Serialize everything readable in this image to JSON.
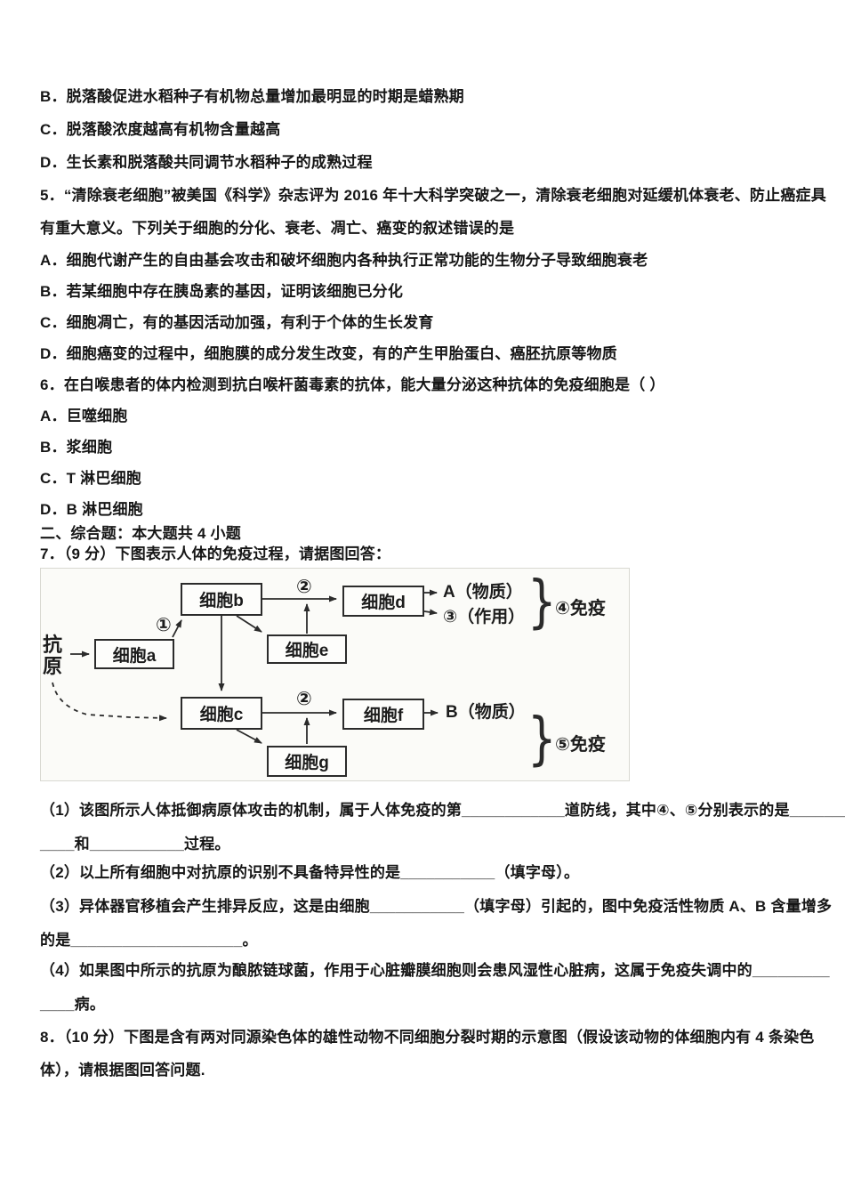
{
  "document": {
    "lines": [
      {
        "text": "B．脱落酸促进水稻种子有机物总量增加最明显的时期是蜡熟期"
      },
      {
        "text": "C．脱落酸浓度越高有机物含量越高"
      },
      {
        "text": "D．生长素和脱落酸共同调节水稻种子的成熟过程"
      },
      {
        "text": "5．“清除衰老细胞”被美国《科学》杂志评为 2016 年十大科学突破之一，清除衰老细胞对延缓机体衰老、防止癌症具"
      },
      {
        "text": "有重大意义。下列关于细胞的分化、衰老、凋亡、癌变的叙述错误的是"
      },
      {
        "text": "A．细胞代谢产生的自由基会攻击和破坏细胞内各种执行正常功能的生物分子导致细胞衰老"
      },
      {
        "text": "B．若某细胞中存在胰岛素的基因，证明该细胞已分化"
      },
      {
        "text": "C．细胞凋亡，有的基因活动加强，有利于个体的生长发育"
      },
      {
        "text": "D．细胞癌变的过程中，细胞膜的成分发生改变，有的产生甲胎蛋白、癌胚抗原等物质"
      },
      {
        "text": "6．在白喉患者的体内检测到抗白喉杆菌毒素的抗体，能大量分泌这种抗体的免疫细胞是（ ）"
      },
      {
        "text": "A．巨噬细胞"
      },
      {
        "text": "B．浆细胞"
      },
      {
        "text": "C．T 淋巴细胞"
      },
      {
        "text": "D．B 淋巴细胞"
      },
      {
        "text": "二、综合题：本大题共 4 小题"
      },
      {
        "text": "7．（9 分）下图表示人体的免疫过程，请据图回答："
      },
      {
        "text": "（1）该图所示人体抵御病原体攻击的机制，属于人体免疫的第____________道防线，其中④、⑤分别表示的是_______"
      },
      {
        "text": "____和___________过程。"
      },
      {
        "text": "（2）以上所有细胞中对抗原的识别不具备特异性的是___________（填字母）。"
      },
      {
        "text": "（3）异体器官移植会产生排异反应，这是由细胞___________（填字母）引起的，图中免疫活性物质 A、B 含量增多"
      },
      {
        "text": "的是____________________。"
      },
      {
        "text": "（4）如果图中所示的抗原为酿脓链球菌，作用于心脏瓣膜细胞则会患风湿性心脏病，这属于免疫失调中的_________"
      },
      {
        "text": "____病。"
      },
      {
        "text": "8．（10 分）下图是含有两对同源染色体的雄性动物不同细胞分裂时期的示意图（假设该动物的体细胞内有 4 条染色"
      },
      {
        "text": "体），请根据图回答问题."
      }
    ]
  },
  "figure": {
    "antigen_top": "抗",
    "antigen_bottom": "原",
    "boxes": {
      "a": "细胞a",
      "b": "细胞b",
      "c": "细胞c",
      "d": "细胞d",
      "e": "细胞e",
      "f": "细胞f",
      "g": "细胞g"
    },
    "labels": {
      "step1": "①",
      "step2_top": "②",
      "step2_bottom": "②",
      "substance_a": "A（物质）",
      "effect_3": "③（作用）",
      "immunity_4": "④免疫",
      "substance_b": "B（物质）",
      "immunity_5": "⑤免疫",
      "brace_top": "}",
      "brace_bottom": "}"
    }
  }
}
